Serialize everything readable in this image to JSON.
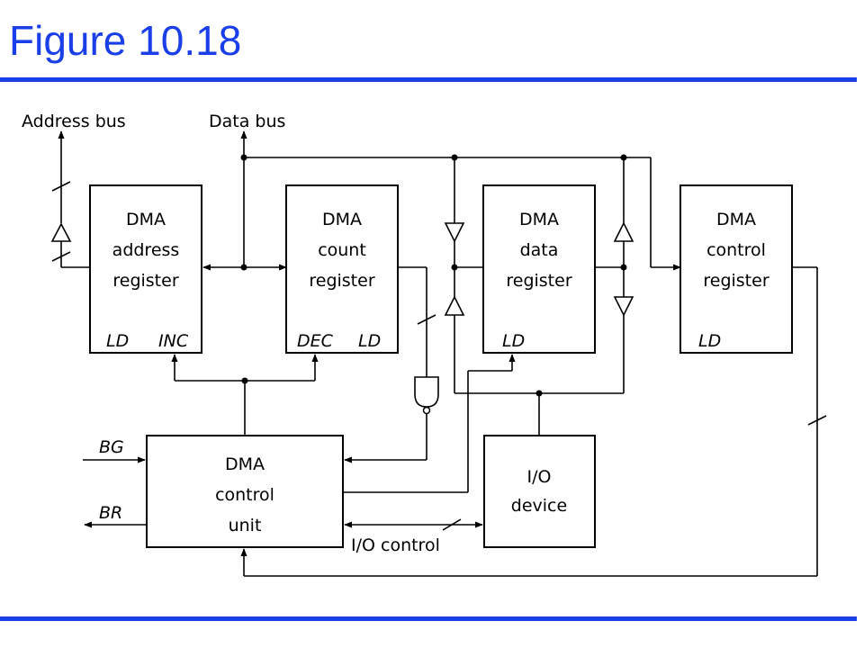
{
  "title": "Figure 10.18",
  "labels": {
    "address_bus": "Address bus",
    "data_bus": "Data bus",
    "bg": "BG",
    "br": "BR",
    "io_control": "I/O control"
  },
  "blocks": {
    "address_register": {
      "lines": [
        "DMA",
        "address",
        "register"
      ],
      "pins": [
        "LD",
        "INC"
      ]
    },
    "count_register": {
      "lines": [
        "DMA",
        "count",
        "register"
      ],
      "pins": [
        "DEC",
        "LD"
      ]
    },
    "data_register": {
      "lines": [
        "DMA",
        "data",
        "register"
      ],
      "pins": [
        "LD"
      ]
    },
    "control_register": {
      "lines": [
        "DMA",
        "control",
        "register"
      ],
      "pins": [
        "LD"
      ]
    },
    "control_unit": {
      "lines": [
        "DMA",
        "control",
        "unit"
      ]
    },
    "io_device": {
      "lines": [
        "I/O",
        "device"
      ]
    }
  }
}
